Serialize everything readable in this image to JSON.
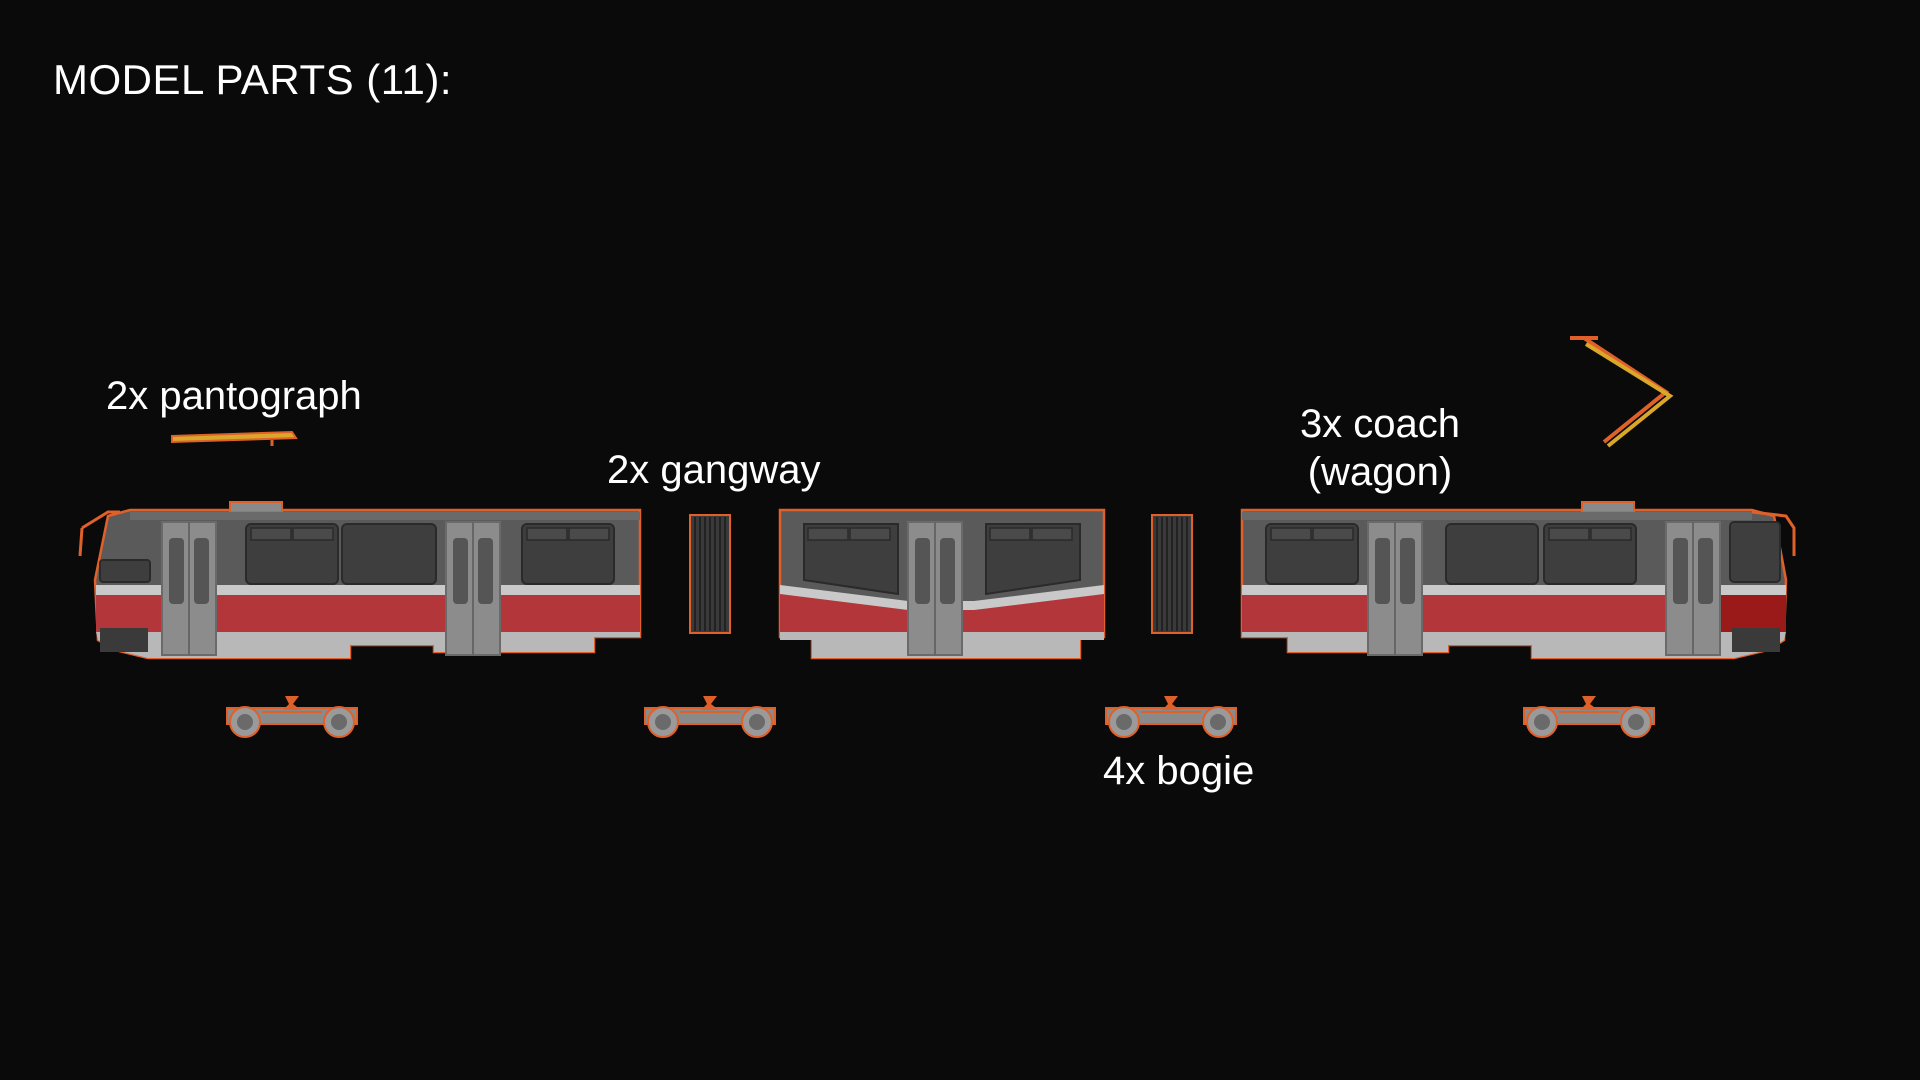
{
  "title": "MODEL PARTS (11):",
  "labels": {
    "pantograph": "2x pantograph",
    "gangway": "2x gangway",
    "coach_line1": "3x coach",
    "coach_line2": "(wagon)",
    "bogie": "4x bogie"
  },
  "colors": {
    "background": "#0a0a0a",
    "body_grey": "#5a5a5a",
    "stripe_red": "#b3373a",
    "skirt_grey": "#b8b8b8",
    "door_grey": "#8a8a8a",
    "outline_orange": "#e0602a",
    "pantograph_yellow": "#d9a82a"
  },
  "counts": {
    "pantograph": 2,
    "gangway": 2,
    "coach": 3,
    "bogie": 4
  }
}
